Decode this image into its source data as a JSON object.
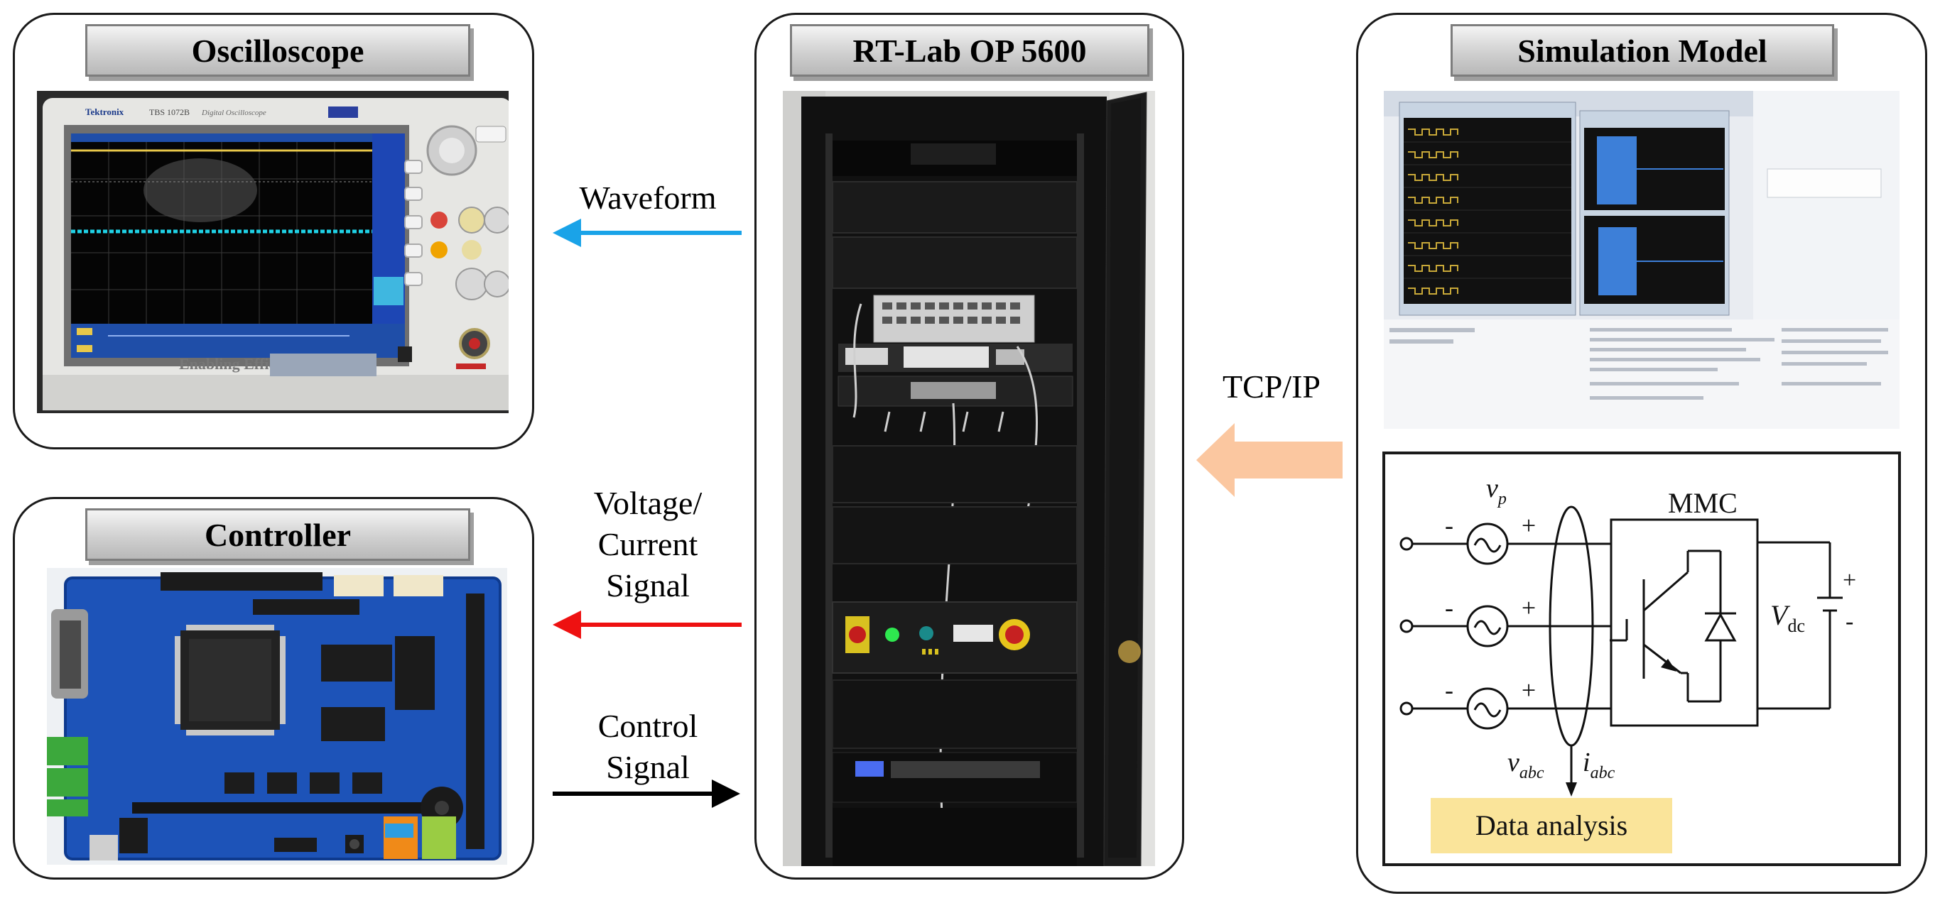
{
  "panels": {
    "oscilloscope": {
      "title": "Oscilloscope",
      "device": {
        "brand": "Tektronix",
        "model": "TBS 1072B",
        "model_sub": "Digital Oscilloscope",
        "tagline": "Enabling Efficiency"
      }
    },
    "rtlab": {
      "title": "RT-Lab OP 5600"
    },
    "simulation": {
      "title": "Simulation Model"
    },
    "controller": {
      "title": "Controller"
    }
  },
  "arrows": {
    "waveform": {
      "label": "Waveform",
      "color": "#1aa3e8"
    },
    "voltage_current": {
      "label_lines": [
        "Voltage/",
        "Current",
        "Signal"
      ],
      "color": "#ee1111"
    },
    "control": {
      "label_lines": [
        "Control",
        "Signal"
      ],
      "color": "#000000"
    },
    "tcpip": {
      "label": "TCP/IP",
      "color": "#fbc7a0"
    }
  },
  "circuit": {
    "converter_label": "MMC",
    "source_voltage": "v",
    "source_voltage_sub": "p",
    "plus": "+",
    "minus": "-",
    "dc_voltage": "V",
    "dc_voltage_sub": "dc",
    "measure_v": "v",
    "measure_v_sub": "abc",
    "measure_i": "i",
    "measure_i_sub": "abc",
    "analysis_label": "Data analysis",
    "analysis_fill": "#fae49a"
  }
}
